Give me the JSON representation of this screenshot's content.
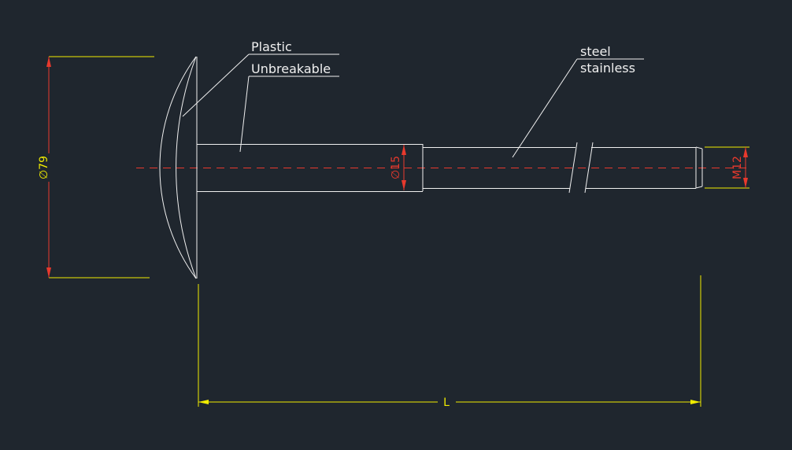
{
  "colors": {
    "bg": "#1f262e",
    "line": "#f0f0f0",
    "yellow": "#f0ec00",
    "red": "#e8392d"
  },
  "labels": {
    "plastic": "Plastic",
    "unbreakable": "Unbreakable",
    "steel": "steel",
    "stainless": "stainless"
  },
  "dimensions": {
    "head_diameter": "∅79",
    "shaft_diameter": "∅15",
    "thread": "M12",
    "length": "L"
  }
}
